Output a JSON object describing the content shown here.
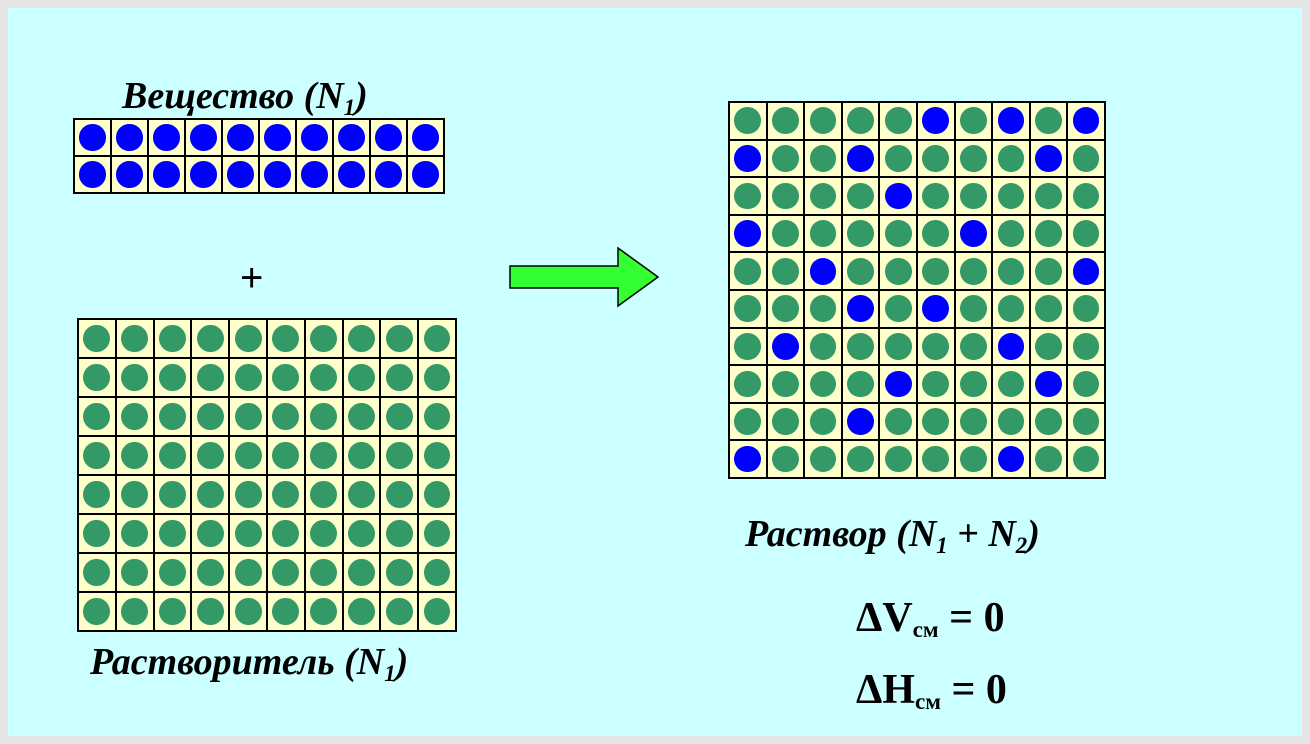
{
  "substance": {
    "label": "Вещество (N",
    "sub": "1",
    "close": ")",
    "rows": 2,
    "cols": 10,
    "color": "#0000ff"
  },
  "plus": "+",
  "solvent": {
    "label": "Растворитель (N",
    "sub": "1",
    "close": ")",
    "rows": 8,
    "cols": 10,
    "color": "#339966"
  },
  "arrow": {
    "color": "#33ff33"
  },
  "solution": {
    "label": "Раствор (N",
    "sub1": "1",
    "mid": " + N",
    "sub2": "2",
    "close": ")",
    "rows": 10,
    "cols": 10,
    "pattern": [
      "GGGGGBGBGB",
      "BGGBGGGGBG",
      "GGGGBGGGGG",
      "BGGGGGBGGG",
      "GGBGGGGGGB",
      "GGGBGBGGGG",
      "GBGGGGGBGG",
      "GGGGBGGGBG",
      "GGGBGGGGGG",
      "BGGGGGGBGG"
    ]
  },
  "formulas": {
    "dv_main": "ΔV",
    "dv_sub": "см",
    "dv_rest": " =  0",
    "dh_main": "ΔH",
    "dh_sub": "см",
    "dh_rest": " = 0"
  }
}
